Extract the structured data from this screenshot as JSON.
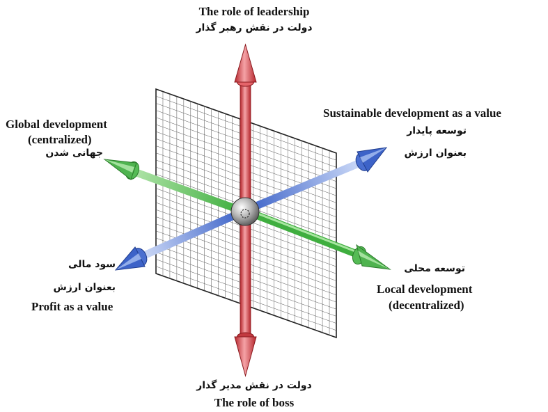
{
  "labels": {
    "top_en": "The role of leadership",
    "top_fa": "دولت در نقش رهبر گذار",
    "bottom_fa": "دولت در نقش مدیر گذار",
    "bottom_en": "The role of boss",
    "left_en_1": "Global development",
    "left_en_2": "(centralized)",
    "left_fa": "جهانی شدن",
    "right_en_1": "Local development",
    "right_en_2": "(decentralized)",
    "right_fa": "توسعه محلی",
    "upper_right_en": "Sustainable development as a value",
    "upper_right_fa_1": "توسعه پایدار",
    "upper_right_fa_2": "بعنوان ارزش",
    "lower_left_fa_1": "سود مالی",
    "lower_left_fa_2": "بعنوان ارزش",
    "lower_left_en": "Profit as a value"
  },
  "colors": {
    "vertical_axis": "#d84a50",
    "horizontal_axis": "#3fae3f",
    "depth_axis": "#3d63c8",
    "grid": "#555555"
  }
}
